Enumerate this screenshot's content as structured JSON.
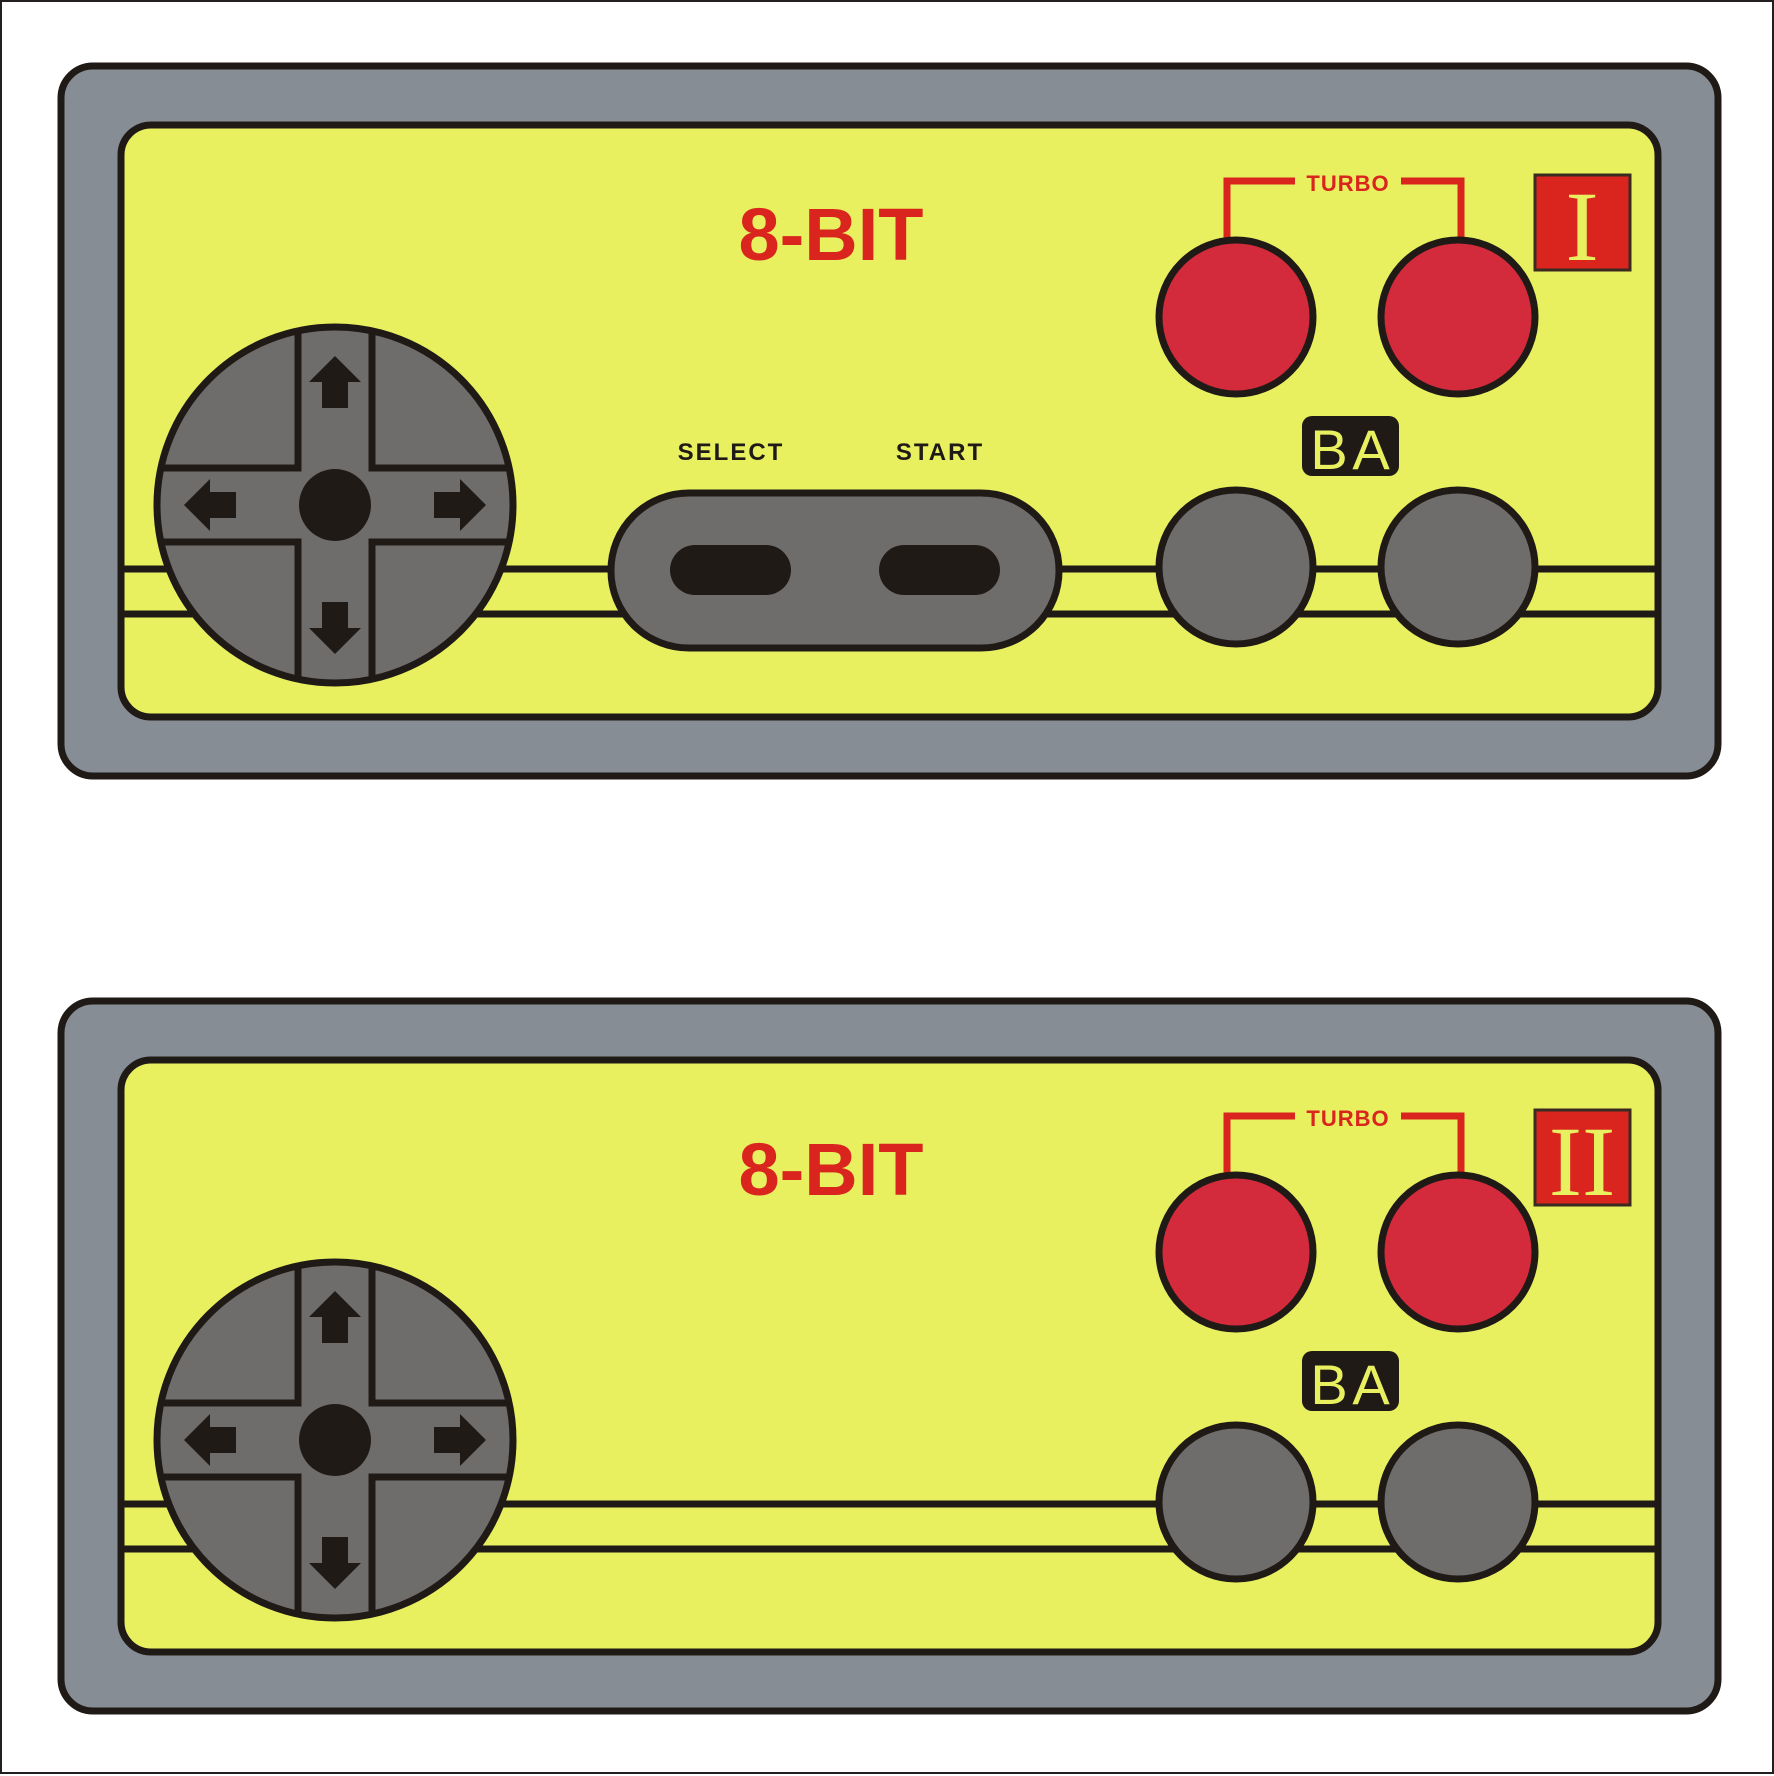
{
  "colors": {
    "shell": "#868d94",
    "panel": "#e8f060",
    "dpad": "#6f6d6b",
    "outline": "#201a17",
    "turbo_button": "#d32b3b",
    "brand_red": "#d9251e",
    "badge_text": "#e8f060"
  },
  "controllers": [
    {
      "brand": "8-BIT",
      "turbo_label": "TURBO",
      "button_badge": {
        "b": "B",
        "a": "A"
      },
      "player_numeral": "I",
      "has_select_start": true,
      "select_label": "SELECT",
      "start_label": "START"
    },
    {
      "brand": "8-BIT",
      "turbo_label": "TURBO",
      "button_badge": {
        "b": "B",
        "a": "A"
      },
      "player_numeral": "II",
      "has_select_start": false
    }
  ]
}
